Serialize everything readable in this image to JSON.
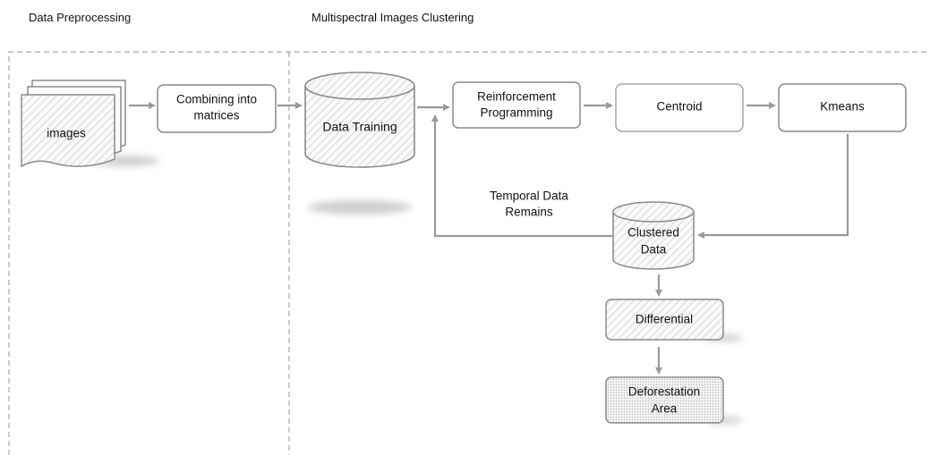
{
  "sections": {
    "preprocessing": "Data Preprocessing",
    "clustering": "Multispectral Images Clustering"
  },
  "nodes": {
    "images": "images",
    "combining": [
      "Combining into",
      "matrices"
    ],
    "data_training": "Data Training",
    "reinforcement": [
      "Reinforcement",
      "Programming"
    ],
    "centroid": "Centroid",
    "kmeans": "Kmeans",
    "clustered": [
      "Clustered",
      "Data"
    ],
    "differential": "Differential",
    "deforestation": [
      "Deforestation",
      "Area"
    ]
  },
  "annotations": {
    "temporal": [
      "Temporal Data",
      "Remains"
    ]
  },
  "colors": {
    "stroke": "#8a8a8a",
    "arrow": "#9a9a9a",
    "hatch": "#d4d4d4",
    "shadow": "#cfcfcf"
  }
}
